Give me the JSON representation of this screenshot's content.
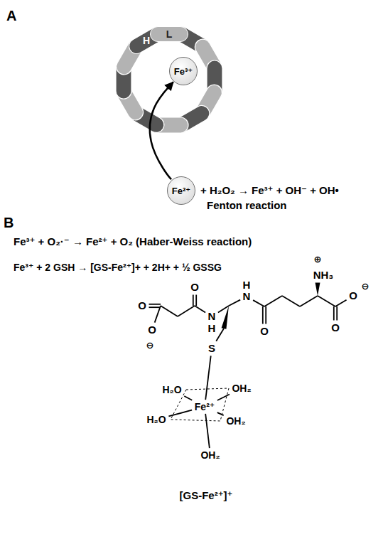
{
  "diagram": {
    "nodes": [
      {
        "text": [
          "H"
        ]
      },
      {
        "text": [
          "L"
        ]
      },
      {
        "text": [
          "Fe³⁺"
        ]
      },
      {
        "text": [
          "Fe²⁺"
        ]
      }
    ],
    "edges": [
      {
        "from": 3,
        "to": 2,
        "arrow": "to"
      }
    ],
    "labels": [
      "A",
      "+ H₂O₂ → Fe³⁺ + OH⁻ + OH•",
      "Fenton reaction",
      "B",
      "Fe³⁺ + O₂·⁻ → Fe²⁺ + O₂ (Haber-Weiss reaction)",
      "Fe³⁺ + 2 GSH → [GS-Fe²⁺]+ + 2H+ + ½ GSSG",
      "⊕",
      "NH₃",
      "H",
      "O",
      "O",
      "N",
      "O",
      "⊖",
      "N",
      "H",
      "O",
      "O",
      "O",
      "⊖",
      "S",
      "H₂O",
      "OH₂",
      "Fe²⁺",
      "H₂O",
      "OH₂",
      "OH₂",
      "[GS-Fe²⁺]⁺"
    ]
  }
}
